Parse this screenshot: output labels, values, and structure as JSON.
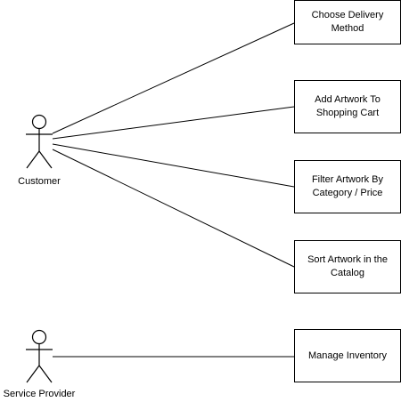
{
  "actors": [
    {
      "id": "customer",
      "label": "Customer"
    },
    {
      "id": "service-provider",
      "label": "Service Provider"
    }
  ],
  "use_cases": [
    {
      "id": "choose-delivery-method",
      "label": "Choose Delivery Method",
      "actor": "customer"
    },
    {
      "id": "add-artwork-to-shopping-cart",
      "label": "Add Artwork To Shopping Cart",
      "actor": "customer"
    },
    {
      "id": "filter-artwork",
      "label": "Filter Artwork By Category / Price",
      "actor": "customer"
    },
    {
      "id": "sort-artwork",
      "label": "Sort Artwork in the Catalog",
      "actor": "customer"
    },
    {
      "id": "manage-inventory",
      "label": "Manage Inventory",
      "actor": "service-provider"
    }
  ]
}
